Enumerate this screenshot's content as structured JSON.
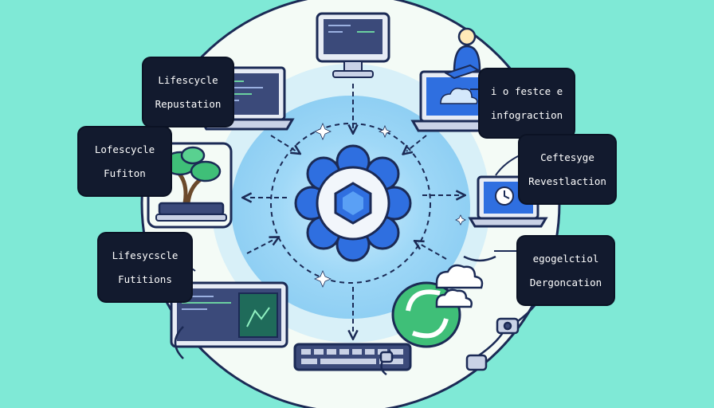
{
  "labels": {
    "top_left": [
      "Lifescycle",
      "Repustation"
    ],
    "left_upper": [
      "Lofescycle",
      "Fufiton"
    ],
    "left_lower": [
      "Lifesycscle",
      "Futitions"
    ],
    "top_right": [
      "i o festce e",
      "infograction"
    ],
    "right_upper": [
      "Ceftesyge",
      "Revestlaction"
    ],
    "right_lower": [
      "egogelctiol",
      "Dergoncation"
    ]
  },
  "colors": {
    "background": "#7fe9d6",
    "ring_outer": "#f4fbf6",
    "inner_glow": "#b8e3f7",
    "inner_core": "#8fd0f5",
    "flower": "#2f6fe0",
    "outline": "#1b2a55",
    "label_bg": "#121a2e",
    "screen": "#3b4a7a"
  },
  "icons": [
    "monitor-icon",
    "laptop-cloud-icon",
    "person-icon",
    "laptop-clock-icon",
    "cloud-sync-icon",
    "keyboard-icon",
    "code-window-icon",
    "bonsai-tree-icon",
    "laptop-code-icon",
    "flower-hub-icon",
    "cable-plug-icon"
  ]
}
